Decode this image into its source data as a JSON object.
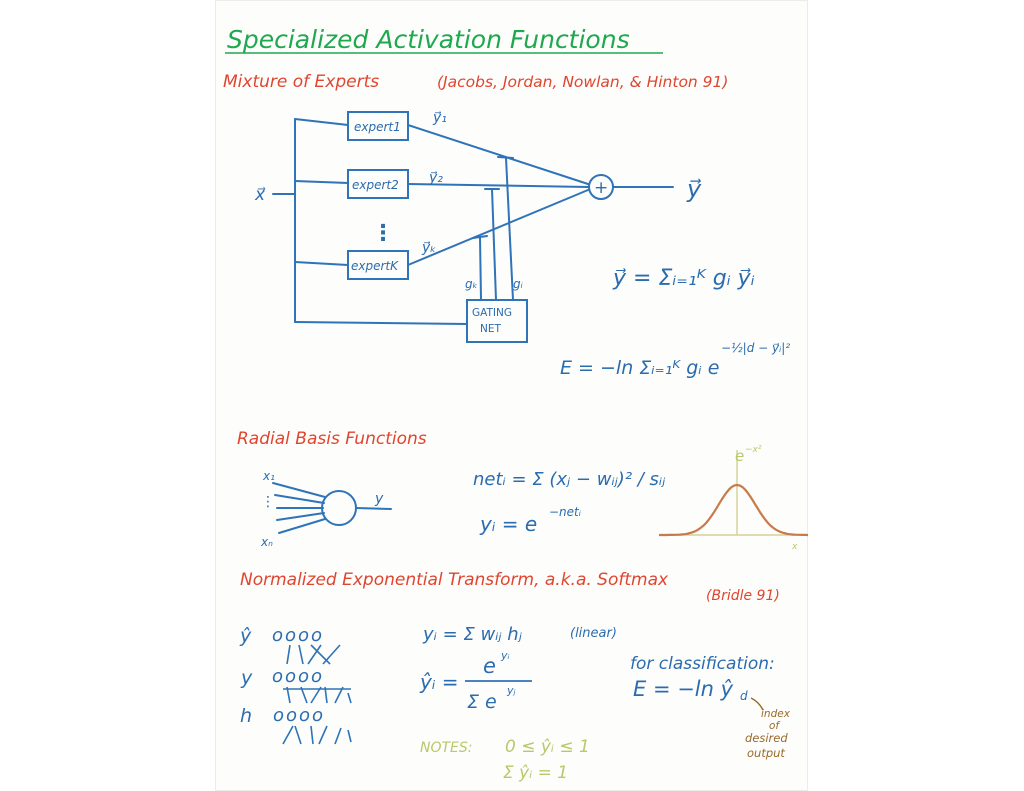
{
  "title": "Specialized Activation Functions",
  "colors": {
    "title": "#1ea84f",
    "heading": "#e0452f",
    "ink": "#2b6cb0",
    "note": "#b7c96b",
    "annotation": "#9a6a2a",
    "gaussian": "#c87a4a"
  },
  "mixture": {
    "heading": "Mixture of Experts",
    "citation": "(Jacobs, Jordan, Nowlan, & Hinton 91)",
    "input": "x⃗",
    "output": "y⃗",
    "experts": [
      "expert1",
      "expert2",
      "expertK"
    ],
    "expert_outputs": [
      "y⃗₁",
      "y⃗₂",
      "y⃗ₖ"
    ],
    "vdots": "⋮",
    "plus": "+",
    "gating_line1": "GATING",
    "gating_line2": "NET",
    "gate_k": "gₖ",
    "gate_i": "gᵢ",
    "formula_output": "y⃗ = Σᵢ₌₁ᴷ gᵢ y⃗ᵢ",
    "formula_error_main": "E = −ln Σᵢ₌₁ᴷ gᵢ e",
    "formula_error_exp": "−½|d − y⃗ᵢ|²"
  },
  "rbf": {
    "heading": "Radial Basis Functions",
    "input_top": "x₁",
    "input_dots": "⋮",
    "input_bottom": "xₙ",
    "output": "y",
    "formula_net": "netᵢ = Σ (xⱼ − wᵢⱼ)² / sᵢⱼ",
    "formula_y": "yᵢ = e",
    "formula_y_exp": "−netᵢ",
    "curve_label": "e",
    "curve_label_exp": "−x²",
    "axis_x": "x"
  },
  "softmax": {
    "heading": "Normalized Exponential Transform, a.k.a. Softmax",
    "citation": "(Bridle 91)",
    "layer_yhat": "ŷ",
    "layer_y": "y",
    "layer_h": "h",
    "nodes": "oooo",
    "formula_linear": "yᵢ = Σ wᵢⱼ hⱼ",
    "linear_note": "(linear)",
    "formula_softmax_lhs": "ŷᵢ =",
    "formula_softmax_num": "e",
    "formula_softmax_num_exp": "yᵢ",
    "formula_softmax_den": "Σ e",
    "formula_softmax_den_exp": "yⱼ",
    "classification_label": "for classification:",
    "classification_formula": "E = −ln ŷ",
    "classification_sub": "d",
    "index_note_1": "index",
    "index_note_2": "of",
    "index_note_3": "desired",
    "index_note_4": "output",
    "notes_label": "NOTES:",
    "note_1": "0 ≤ ŷᵢ ≤ 1",
    "note_2": "Σ ŷᵢ = 1"
  }
}
